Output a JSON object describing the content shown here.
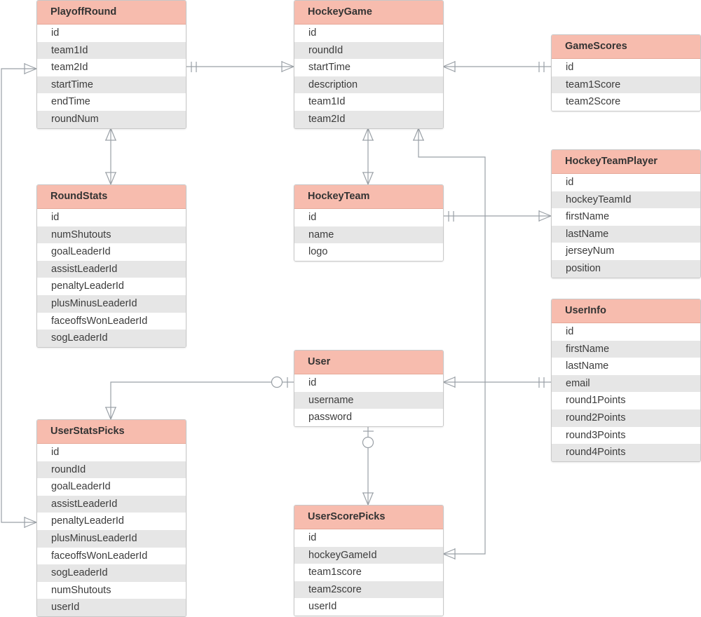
{
  "entities": {
    "playoff_round": {
      "title": "PlayoffRound",
      "fields": [
        "id",
        "team1Id",
        "team2Id",
        "startTime",
        "endTime",
        "roundNum"
      ]
    },
    "hockey_game": {
      "title": "HockeyGame",
      "fields": [
        "id",
        "roundId",
        "startTime",
        "description",
        "team1Id",
        "team2Id"
      ]
    },
    "game_scores": {
      "title": "GameScores",
      "fields": [
        "id",
        "team1Score",
        "team2Score"
      ]
    },
    "round_stats": {
      "title": "RoundStats",
      "fields": [
        "id",
        "numShutouts",
        "goalLeaderId",
        "assistLeaderId",
        "penaltyLeaderId",
        "plusMinusLeaderId",
        "faceoffsWonLeaderId",
        "sogLeaderId"
      ]
    },
    "hockey_team": {
      "title": "HockeyTeam",
      "fields": [
        "id",
        "name",
        "logo"
      ]
    },
    "hockey_team_player": {
      "title": "HockeyTeamPlayer",
      "fields": [
        "id",
        "hockeyTeamId",
        "firstName",
        "lastName",
        "jerseyNum",
        "position"
      ]
    },
    "user_info": {
      "title": "UserInfo",
      "fields": [
        "id",
        "firstName",
        "lastName",
        "email",
        "round1Points",
        "round2Points",
        "round3Points",
        "round4Points"
      ]
    },
    "user": {
      "title": "User",
      "fields": [
        "id",
        "username",
        "password"
      ]
    },
    "user_stats_picks": {
      "title": "UserStatsPicks",
      "fields": [
        "id",
        "roundId",
        "goalLeaderId",
        "assistLeaderId",
        "penaltyLeaderId",
        "plusMinusLeaderId",
        "faceoffsWonLeaderId",
        "sogLeaderId",
        "numShutouts",
        "userId"
      ]
    },
    "user_score_picks": {
      "title": "UserScorePicks",
      "fields": [
        "id",
        "hockeyGameId",
        "team1score",
        "team2score",
        "userId"
      ]
    }
  },
  "colors": {
    "header": "#f7bcae",
    "stripe": "#e6e6e6",
    "connector": "#9aa0a6"
  },
  "relationships": [
    {
      "from": "playoff_round",
      "to": "hockey_game",
      "from_end": "one-mandatory",
      "to_end": "many"
    },
    {
      "from": "hockey_game",
      "to": "game_scores",
      "from_end": "many",
      "to_end": "one-mandatory"
    },
    {
      "from": "playoff_round",
      "to": "round_stats",
      "from_end": "many",
      "to_end": "many"
    },
    {
      "from": "hockey_game",
      "to": "hockey_team",
      "from_end": "many",
      "to_end": "many"
    },
    {
      "from": "hockey_team",
      "to": "hockey_team_player",
      "from_end": "one-mandatory",
      "to_end": "many"
    },
    {
      "from": "user",
      "to": "user_info",
      "from_end": "many",
      "to_end": "one-mandatory"
    },
    {
      "from": "user",
      "to": "user_stats_picks",
      "from_end": "zero-or-one",
      "to_end": "many"
    },
    {
      "from": "user",
      "to": "user_score_picks",
      "from_end": "zero-or-one",
      "to_end": "many"
    },
    {
      "from": "playoff_round",
      "to": "user_stats_picks",
      "from_end": "many",
      "to_end": "many"
    },
    {
      "from": "hockey_game",
      "to": "user_score_picks",
      "from_end": "many",
      "to_end": "many"
    }
  ]
}
